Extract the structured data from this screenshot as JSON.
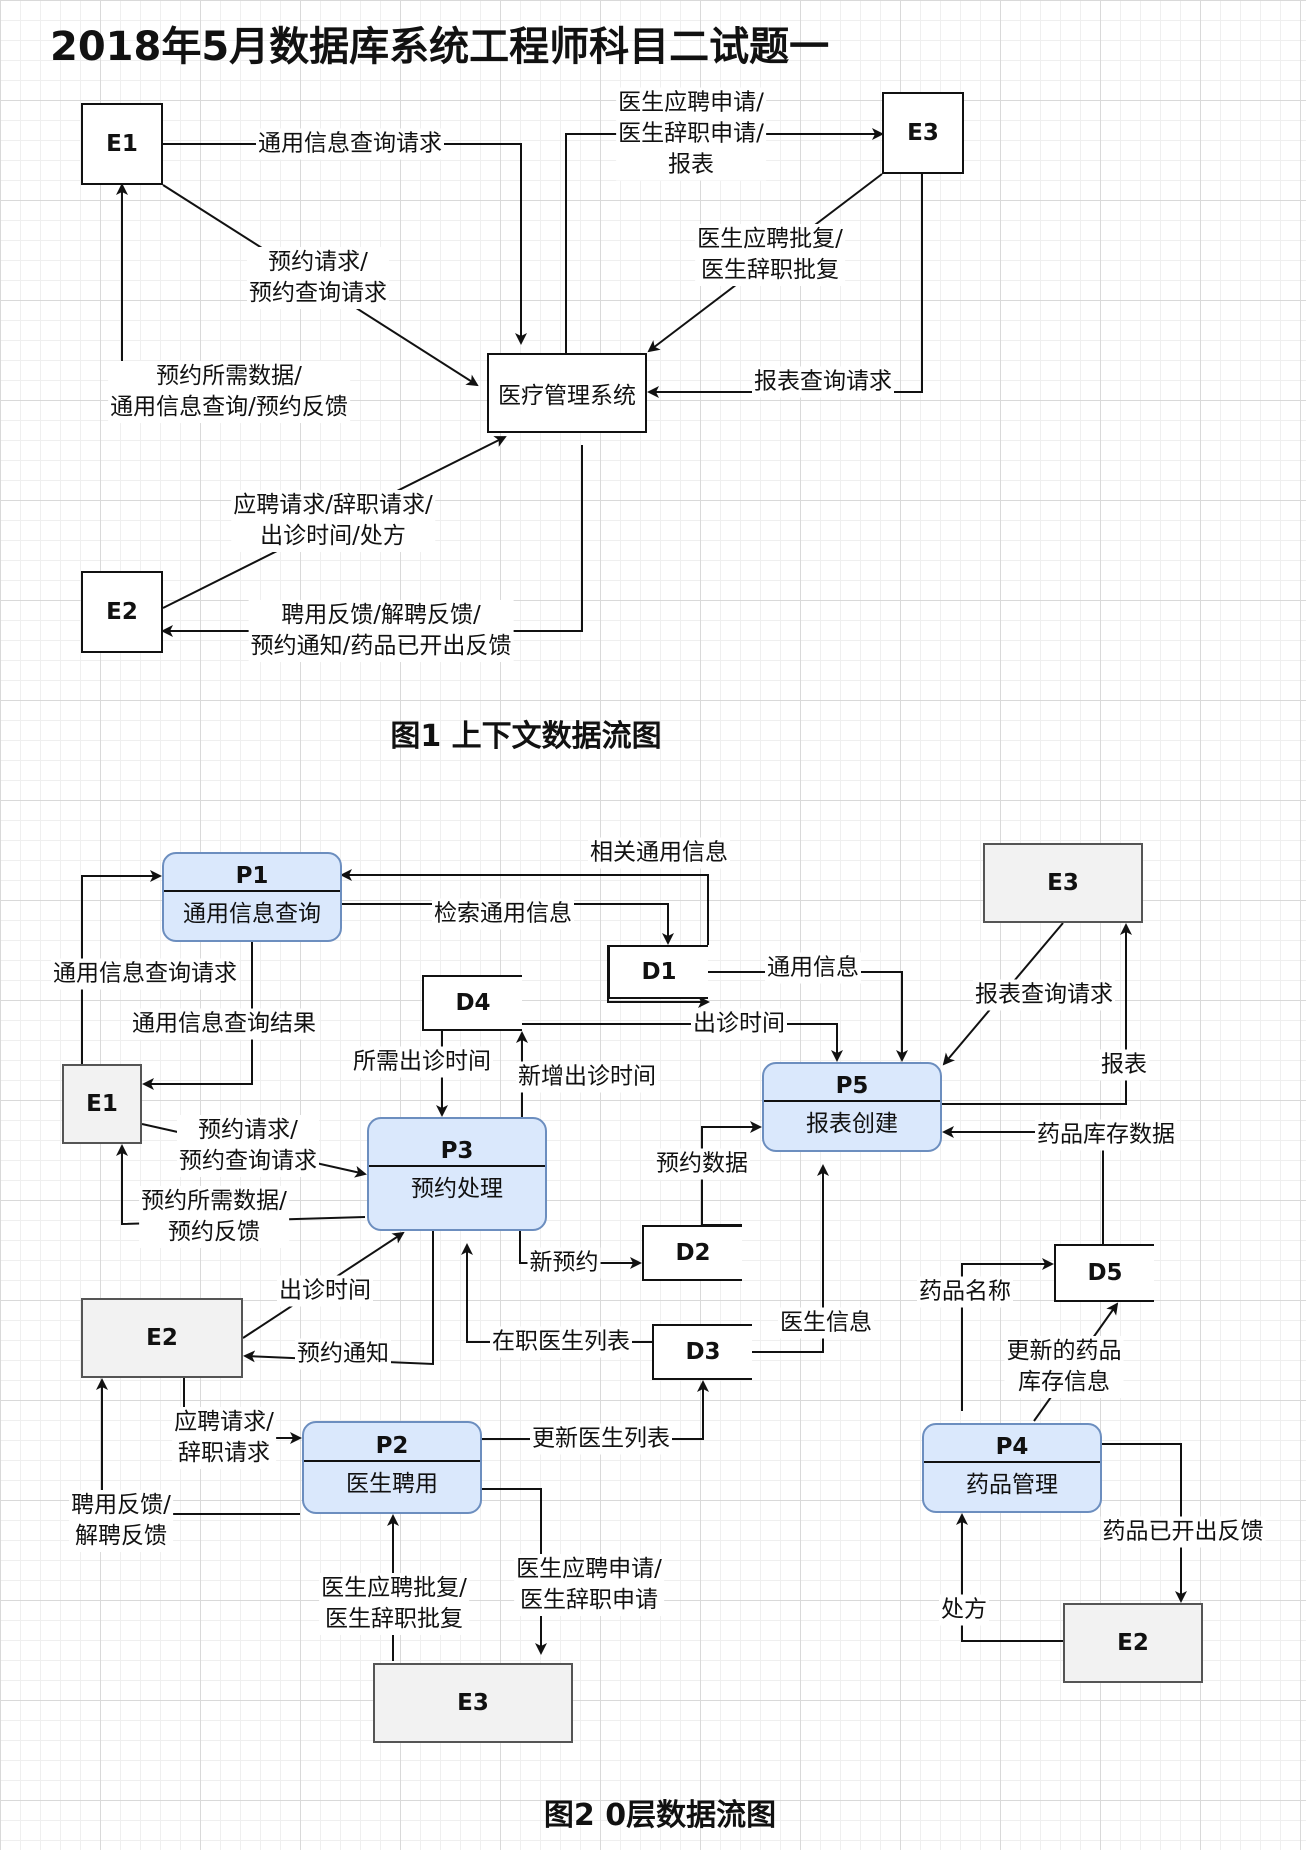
{
  "title": "2018年5月数据库系统工程师科目二试题一",
  "fig1": {
    "caption": "图1 上下文数据流图",
    "system": "医疗管理系统",
    "entities": {
      "e1": "E1",
      "e2": "E2",
      "e3": "E3"
    },
    "flows": {
      "general_query": "通用信息查询请求",
      "appt_request": "预约请求/\n预约查询请求",
      "appt_feedback": "预约所需数据/\n通用信息查询/预约反馈",
      "e3_apply": "医生应聘申请/\n医生辞职申请/\n报表",
      "e3_approve": "医生应聘批复/\n医生辞职批复",
      "report_query": "报表查询请求",
      "e2_request": "应聘请求/辞职请求/\n出诊时间/处方",
      "e2_feedback": "聘用反馈/解聘反馈/\n预约通知/药品已开出反馈"
    }
  },
  "fig2": {
    "caption": "图2  0层数据流图",
    "processes": {
      "p1": {
        "id": "P1",
        "name": "通用信息查询"
      },
      "p2": {
        "id": "P2",
        "name": "医生聘用"
      },
      "p3": {
        "id": "P3",
        "name": "预约处理"
      },
      "p4": {
        "id": "P4",
        "name": "药品管理"
      },
      "p5": {
        "id": "P5",
        "name": "报表创建"
      }
    },
    "stores": {
      "d1": "D1",
      "d2": "D2",
      "d3": "D3",
      "d4": "D4",
      "d5": "D5"
    },
    "entities": {
      "e1": "E1",
      "e2a": "E2",
      "e2b": "E2",
      "e3a": "E3",
      "e3b": "E3"
    },
    "flows": {
      "related_info": "相关通用信息",
      "retrieve_info": "检索通用信息",
      "general_info": "通用信息",
      "general_query": "通用信息查询请求",
      "general_result": "通用信息查询结果",
      "clinic_time_d4": "出诊时间",
      "needed_time": "所需出诊时间",
      "new_time": "新增出诊时间",
      "report_query": "报表查询请求",
      "report": "报表",
      "appt_request": "预约请求/\n预约查询请求",
      "appt_data": "预约所需数据/\n预约反馈",
      "appt_stats": "预约数据",
      "new_appt": "新预约",
      "drug_stock": "药品库存数据",
      "drug_name": "药品名称",
      "updated_stock": "更新的药品\n库存信息",
      "clinic_time_e2": "出诊时间",
      "appt_notice": "预约通知",
      "doctor_list": "在职医生列表",
      "doctor_info": "医生信息",
      "apply_resign": "应聘请求/\n辞职请求",
      "update_list": "更新医生列表",
      "hire_feedback": "聘用反馈/\n解聘反馈",
      "approve": "医生应聘批复/\n医生辞职批复",
      "apply": "医生应聘申请/\n医生辞职申请",
      "drug_issued": "药品已开出反馈",
      "prescription": "处方"
    }
  }
}
